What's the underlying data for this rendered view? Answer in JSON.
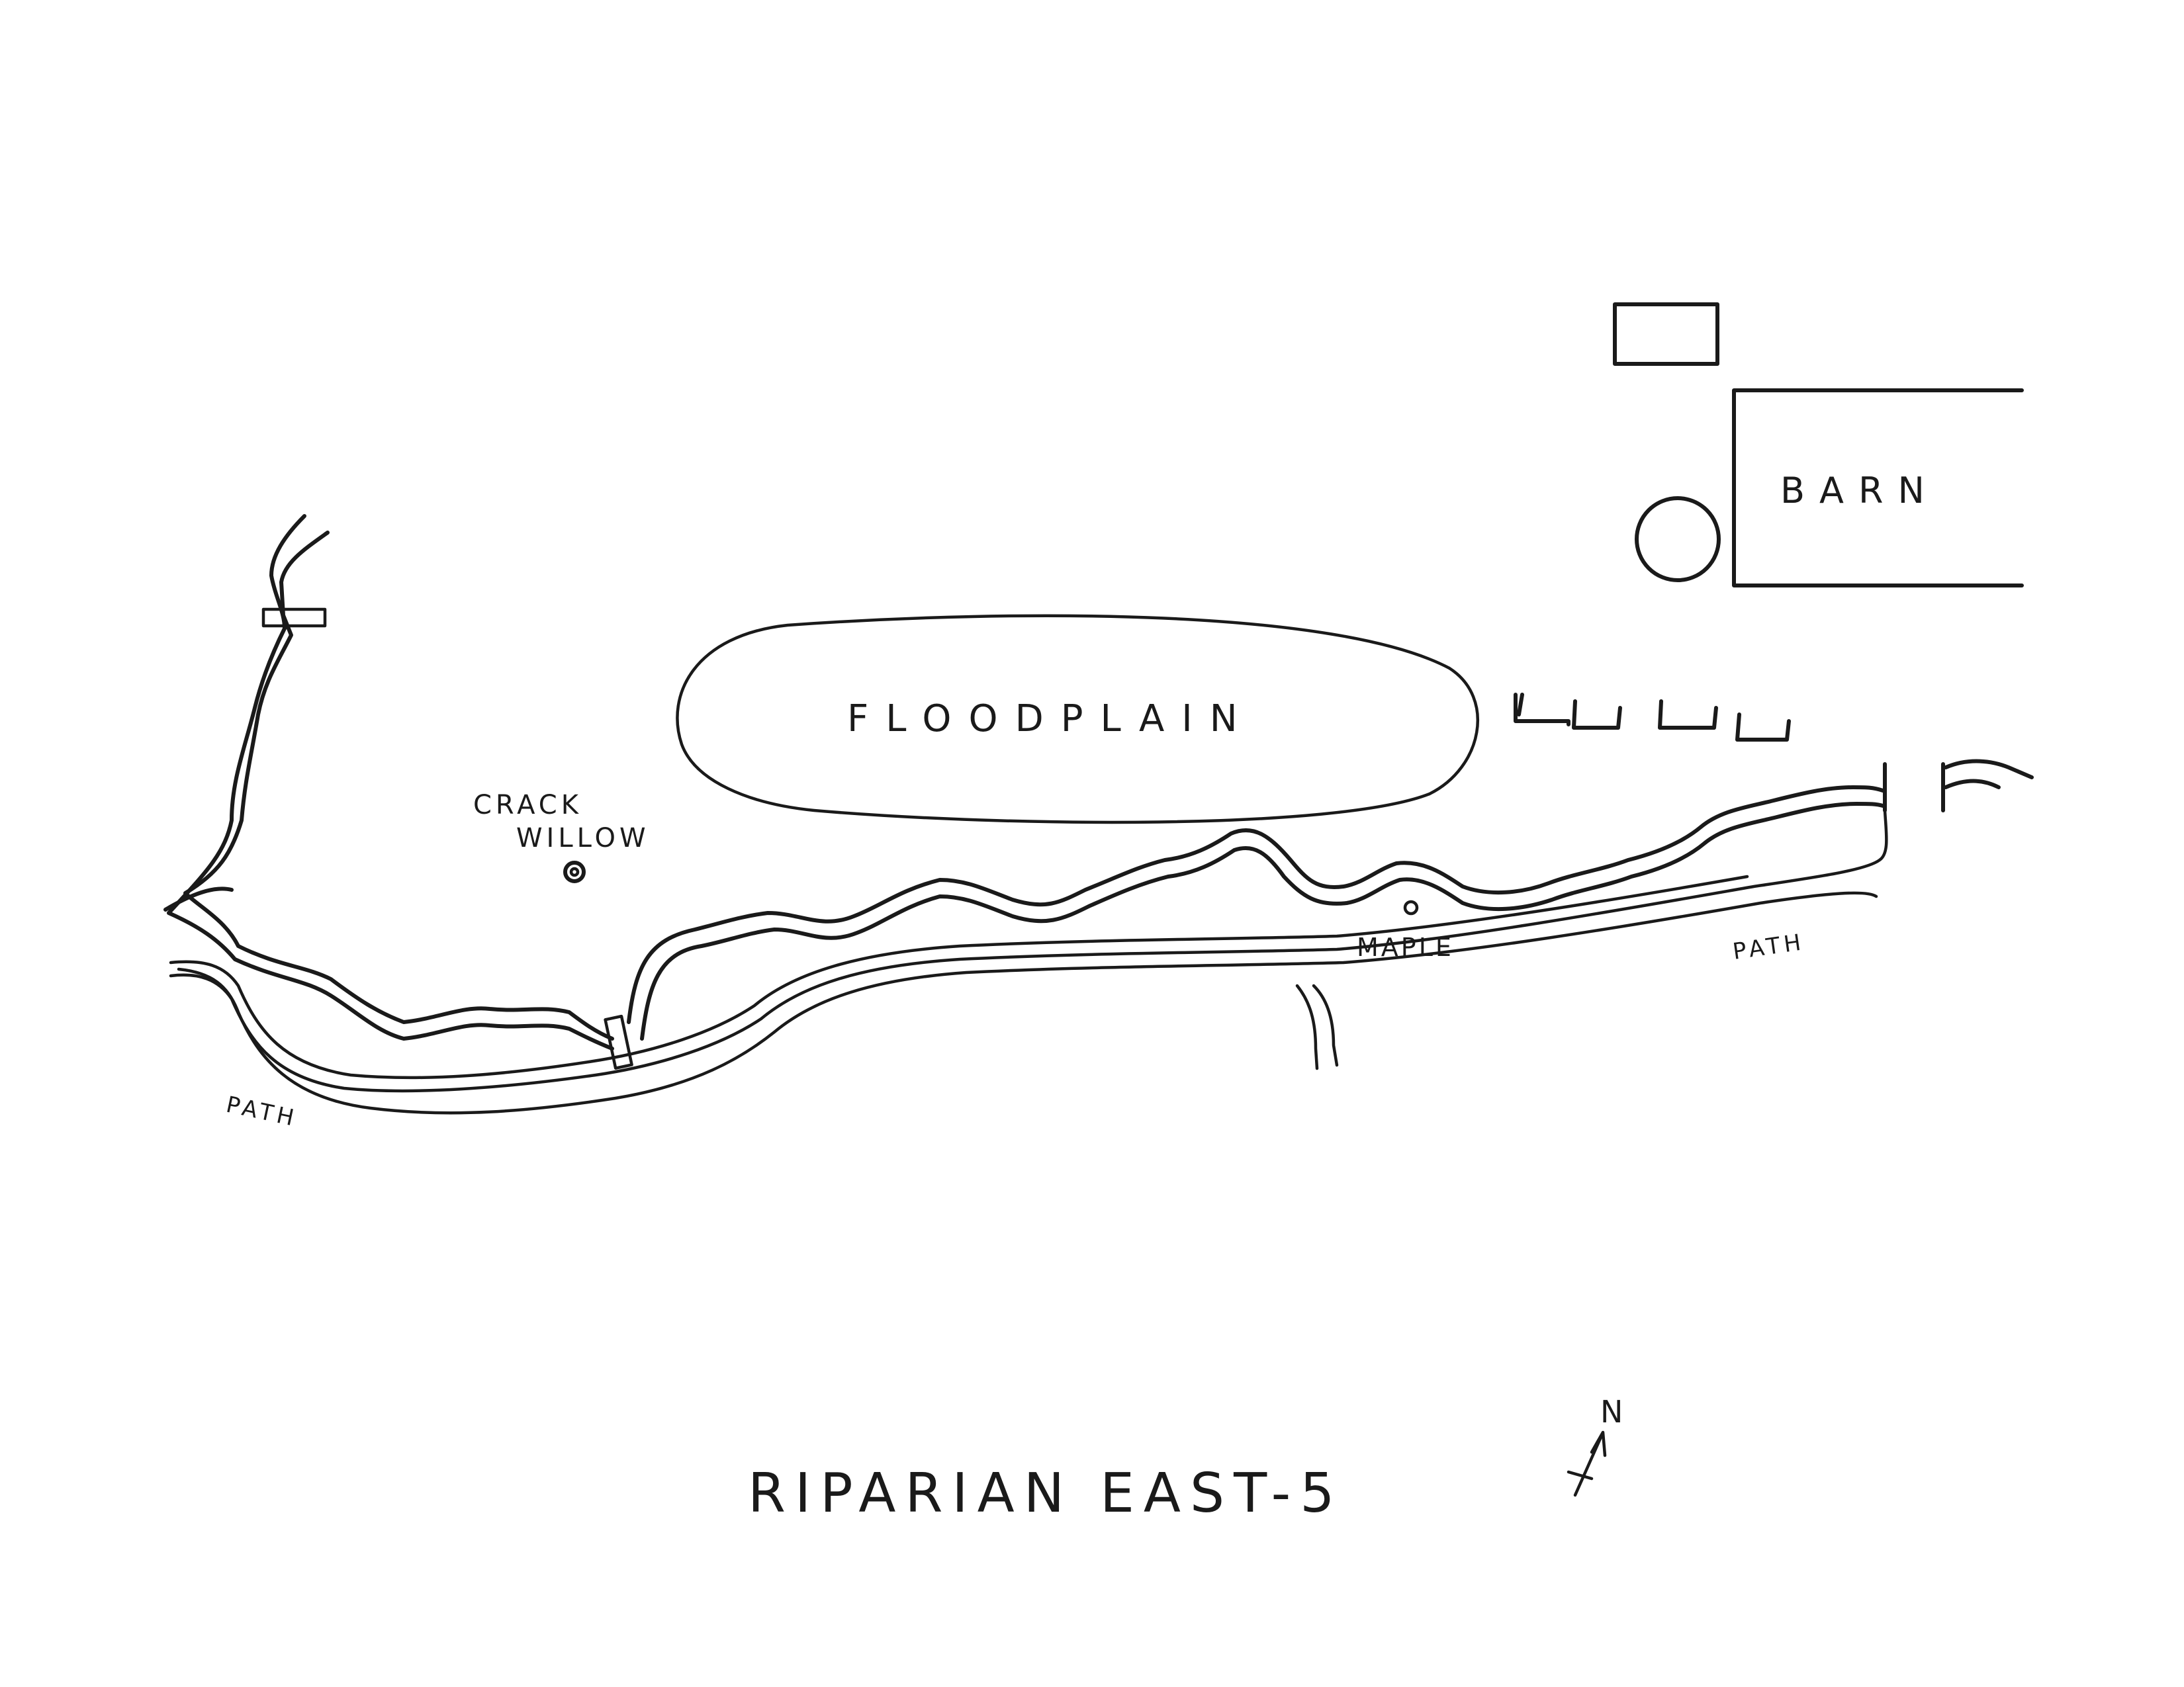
{
  "title": "RIPARIAN EAST-5",
  "labels": {
    "barn": "BARN",
    "floodplain": "FLOODPLAIN",
    "crack_willow_line1": "CRACK",
    "crack_willow_line2": "WILLOW",
    "maple": "MAPLE",
    "path_left": "PATH",
    "path_right": "PATH",
    "north": "N"
  },
  "colors": {
    "ink": "#1a1a1a",
    "paper": "#ffffff"
  }
}
